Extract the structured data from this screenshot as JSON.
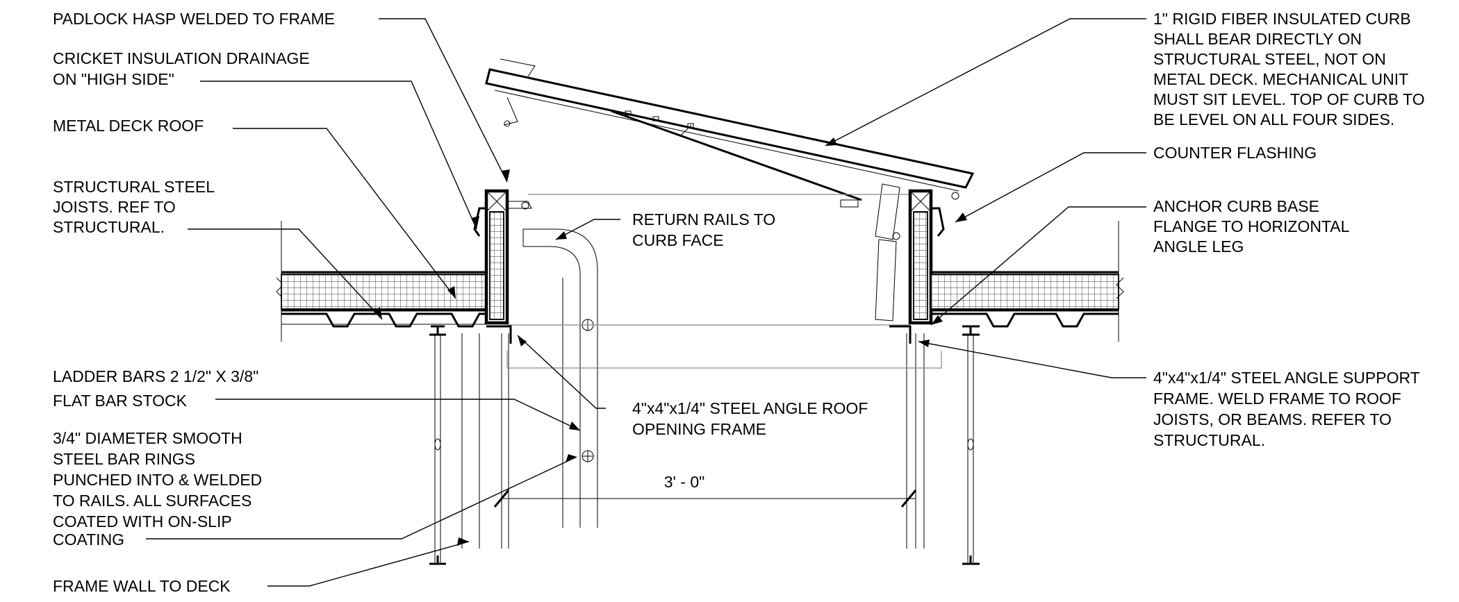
{
  "callouts": {
    "padlock_hasp": [
      "PADLOCK HASP WELDED TO FRAME"
    ],
    "cricket": [
      "CRICKET INSULATION DRAINAGE",
      "ON \"HIGH SIDE\""
    ],
    "metal_deck": [
      "METAL DECK ROOF"
    ],
    "steel_joists": [
      "STRUCTURAL STEEL",
      "JOISTS. REF TO",
      "STRUCTURAL."
    ],
    "ladder_bars": [
      "LADDER BARS 2 1/2\" X 3/8\"",
      "FLAT BAR STOCK"
    ],
    "bar_rings": [
      "3/4\" DIAMETER SMOOTH",
      "STEEL BAR RINGS",
      "PUNCHED INTO & WELDED",
      "TO RAILS. ALL SURFACES",
      "COATED WITH ON-SLIP",
      "COATING"
    ],
    "frame_wall": [
      "FRAME WALL TO DECK"
    ],
    "return_rails": [
      "RETURN RAILS TO",
      "CURB FACE"
    ],
    "roof_opening_frame": [
      "4\"x4\"x1/4\" STEEL ANGLE ROOF",
      "OPENING FRAME"
    ],
    "dimension": "3' - 0\"",
    "rigid_curb": [
      "1\" RIGID FIBER INSULATED CURB",
      "SHALL BEAR DIRECTLY ON",
      "STRUCTURAL STEEL, NOT ON",
      "METAL DECK. MECHANICAL UNIT",
      "MUST SIT LEVEL. TOP OF CURB TO",
      "BE LEVEL ON ALL FOUR SIDES."
    ],
    "counter_flashing": [
      "COUNTER FLASHING"
    ],
    "anchor_curb": [
      "ANCHOR CURB BASE",
      "FLANGE TO HORIZONTAL",
      "ANGLE LEG"
    ],
    "support_frame": [
      "4\"x4\"x1/4\" STEEL ANGLE SUPPORT",
      "FRAME. WELD FRAME TO ROOF",
      "JOISTS, OR BEAMS. REFER TO",
      "STRUCTURAL."
    ]
  }
}
